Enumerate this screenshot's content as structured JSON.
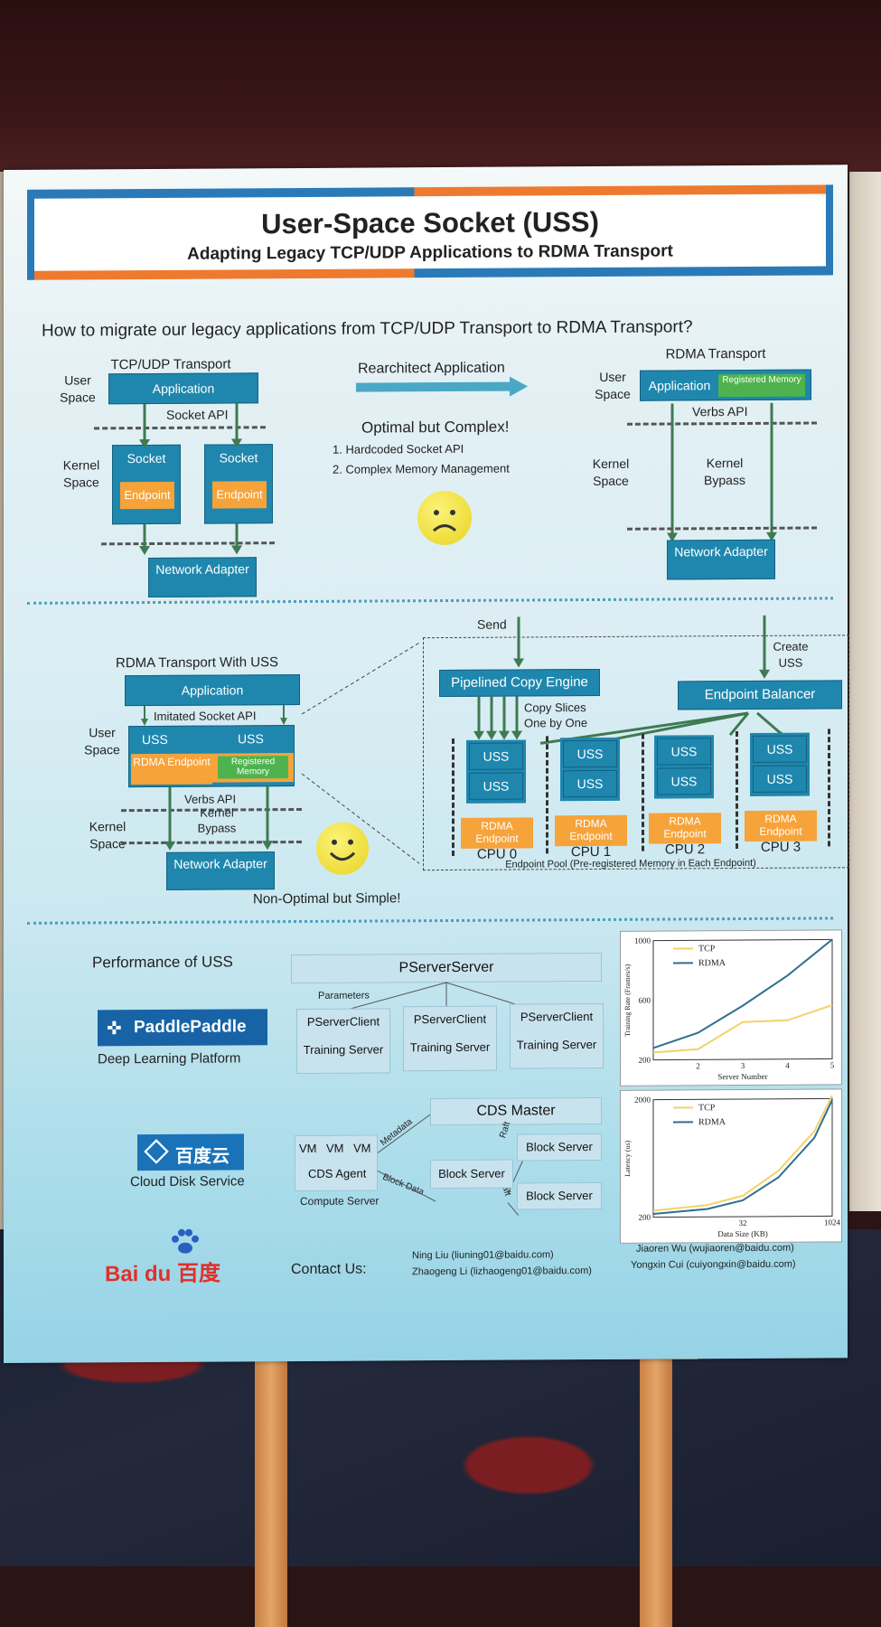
{
  "title": "User-Space Socket (USS)",
  "subtitle": "Adapting Legacy TCP/UDP Applications to RDMA Transport",
  "question": "How to migrate our legacy applications from TCP/UDP Transport to RDMA Transport?",
  "top": {
    "tcp_title": "TCP/UDP Transport",
    "user_space": "User Space",
    "kernel_space": "Kernel Space",
    "application": "Application",
    "socket_api": "Socket API",
    "socket": "Socket",
    "endpoint": "Endpoint",
    "network_adapter": "Network Adapter",
    "rearchitect": "Rearchitect Application",
    "optimal": "Optimal but Complex!",
    "reasons": [
      "1.  Hardcoded Socket API",
      "2.  Complex Memory Management"
    ],
    "rdma_title": "RDMA Transport",
    "registered_memory": "Registered Memory",
    "verbs_api": "Verbs API",
    "kernel_bypass": "Kernel Bypass"
  },
  "mid": {
    "uss_title": "RDMA Transport With USS",
    "imitated": "Imitated Socket API",
    "uss": "USS",
    "rdma_endpoint": "RDMA Endpoint",
    "registered_memory": "Registered Memory",
    "verbs_api": "Verbs API",
    "kernel_bypass": "Kernel Bypass",
    "non_optimal": "Non-Optimal but Simple!",
    "send": "Send",
    "create_uss": "Create USS",
    "copy_engine": "Pipelined Copy Engine",
    "copy_slices": "Copy Slices One by One",
    "balancer": "Endpoint Balancer",
    "cpus": [
      "CPU 0",
      "CPU 1",
      "CPU 2",
      "CPU 3"
    ],
    "pool": "Endpoint Pool (Pre-registered Memory in Each Endpoint)"
  },
  "bottom": {
    "perf": "Performance of USS",
    "paddle": "PaddlePaddle",
    "paddle_sub": "Deep Learning Platform",
    "pserver": "PServerServer",
    "parameters": "Parameters",
    "pclient": "PServerClient",
    "training": "Training Server",
    "cloud_logo": "百度云",
    "cloud_sub": "Cloud Disk Service",
    "cds_master": "CDS Master",
    "vm": "VM",
    "cds_agent": "CDS Agent",
    "compute": "Compute Server",
    "metadata": "Metadata",
    "block_data": "Block Data",
    "block_server": "Block Server",
    "raft": "Raft",
    "baidu": "Bai du 百度",
    "contact": "Contact Us:",
    "contacts": [
      "Ning Liu (liuning01@baidu.com)",
      "Zhaogeng Li (lizhaogeng01@baidu.com)",
      "Jiaoren Wu (wujiaoren@baidu.com)",
      "Yongxin Cui (cuiyongxin@baidu.com)"
    ]
  },
  "chart_data": [
    {
      "type": "line",
      "xlabel": "Server Number",
      "ylabel": "Training Rate (Frames/s)",
      "x": [
        1,
        2,
        3,
        4,
        5
      ],
      "xticks": [
        "2",
        "3",
        "4",
        "5"
      ],
      "yticks": [
        "200",
        "600",
        "1000"
      ],
      "xlim": [
        1,
        5
      ],
      "ylim": [
        200,
        1000
      ],
      "series": [
        {
          "name": "TCP",
          "color": "#f2d36a",
          "values": [
            250,
            270,
            450,
            460,
            560
          ]
        },
        {
          "name": "RDMA",
          "color": "#2f6f8f",
          "values": [
            280,
            380,
            560,
            760,
            1000
          ]
        }
      ]
    },
    {
      "type": "line",
      "xlabel": "Data Size (KB)",
      "ylabel": "Latency (us)",
      "x": [
        1,
        8,
        32,
        128,
        512,
        1024
      ],
      "xticks": [
        "32",
        "1024"
      ],
      "yticks": [
        "200",
        "2000"
      ],
      "xlim": [
        1,
        1024
      ],
      "ylim": [
        200,
        2000
      ],
      "series": [
        {
          "name": "TCP",
          "color": "#f2d36a",
          "values": [
            300,
            380,
            520,
            900,
            1500,
            2050
          ]
        },
        {
          "name": "RDMA",
          "color": "#2f6f8f",
          "values": [
            250,
            320,
            450,
            800,
            1400,
            1980
          ]
        }
      ]
    }
  ]
}
